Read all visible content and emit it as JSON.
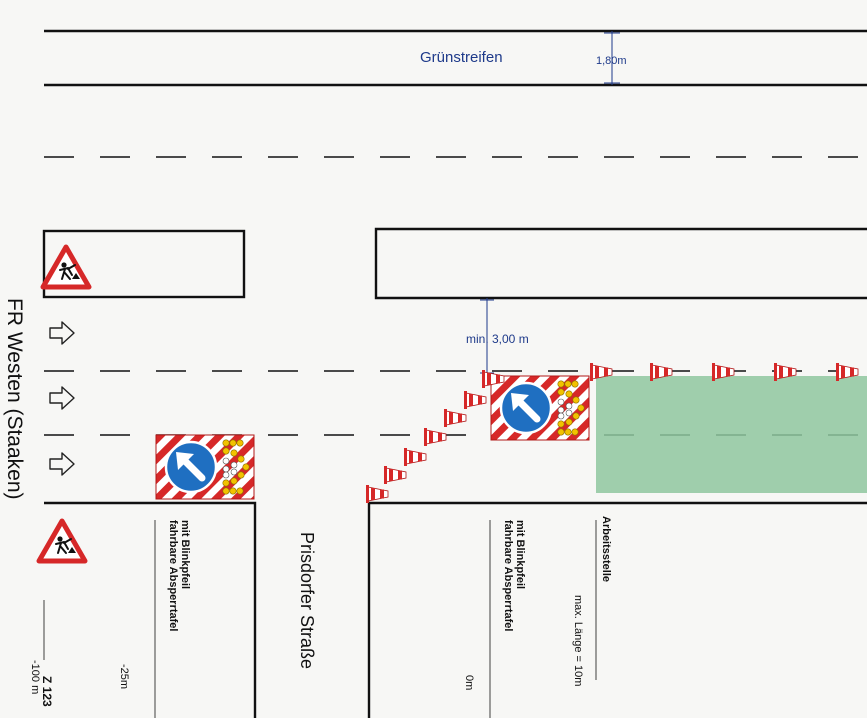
{
  "header": {
    "green_strip_label": "Grünstreifen",
    "green_strip_width": "1,80m"
  },
  "labels": {
    "lane_clearance": "min. 3,00 m",
    "direction": "FR Westen (Staaken)",
    "cross_street": "Prisdorfer Straße",
    "sign_code": "Z 123",
    "barrier_label_left": "fahrbare Absperrtafel\nmit Blinkpfeil",
    "barrier_label_right": "fahrbare Absperrtafel\nmit Blinkpfeil",
    "worksite_title": "Arbeitsstelle",
    "worksite_length": "max. Länge = 10m",
    "dist_sign": "-100 m",
    "dist_left_barrier": "-25m",
    "dist_right_barrier": "0m"
  },
  "icons": {
    "warning_sign": "roadworks-warning-sign-icon",
    "lane_arrow": "outline-arrow-right-icon",
    "barrier_board": "mobile-barrier-board-icon",
    "cone": "traffic-cone-icon"
  },
  "colors": {
    "line": "#111111",
    "annotation": "#1e3a8a",
    "worksite": "#8fc79f",
    "hazard_red": "#d62828",
    "sign_blue": "#1f6fc1",
    "lamp_yellow": "#f2c200"
  }
}
